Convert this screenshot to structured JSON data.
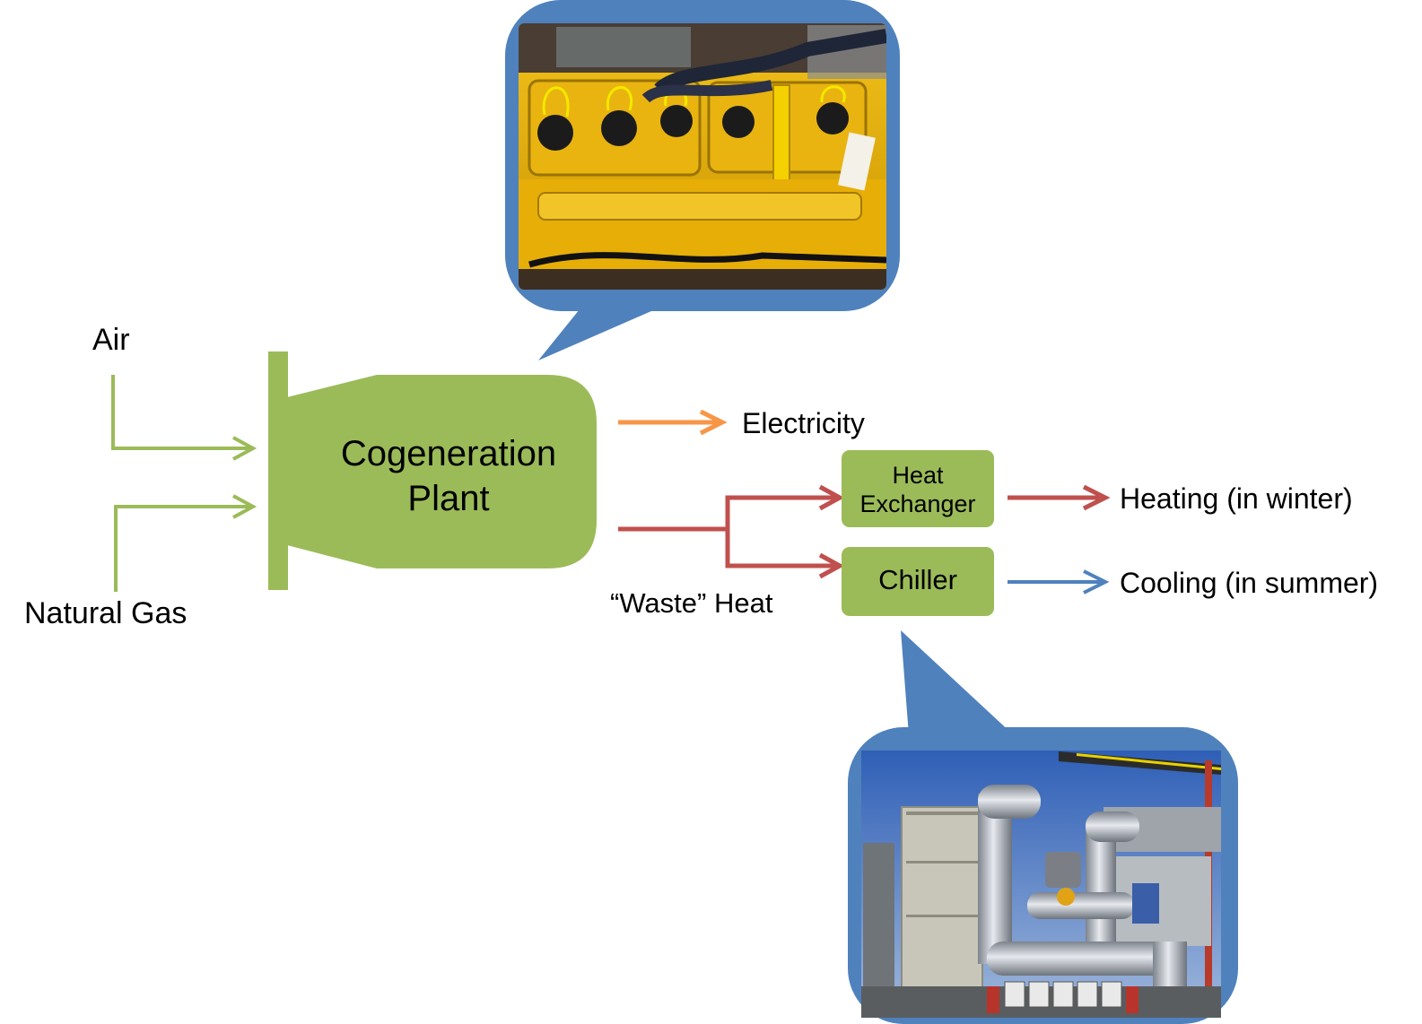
{
  "inputs": {
    "air": "Air",
    "natural_gas": "Natural Gas"
  },
  "plant": {
    "line1": "Cogeneration",
    "line2": "Plant"
  },
  "outputs": {
    "electricity": "Electricity",
    "waste_heat": "“Waste” Heat",
    "heating": "Heating (in winter)",
    "cooling": "Cooling (in summer)"
  },
  "components": {
    "heat_exchanger_line1": "Heat",
    "heat_exchanger_line2": "Exchanger",
    "chiller": "Chiller"
  },
  "photos": {
    "engine": "cogeneration-engine-photo",
    "chiller": "rooftop-chiller-photo"
  },
  "colors": {
    "green": "#9bbb59",
    "orange": "#f79646",
    "red": "#c0504d",
    "blue": "#4f81bd",
    "callout": "#4f81bd"
  }
}
